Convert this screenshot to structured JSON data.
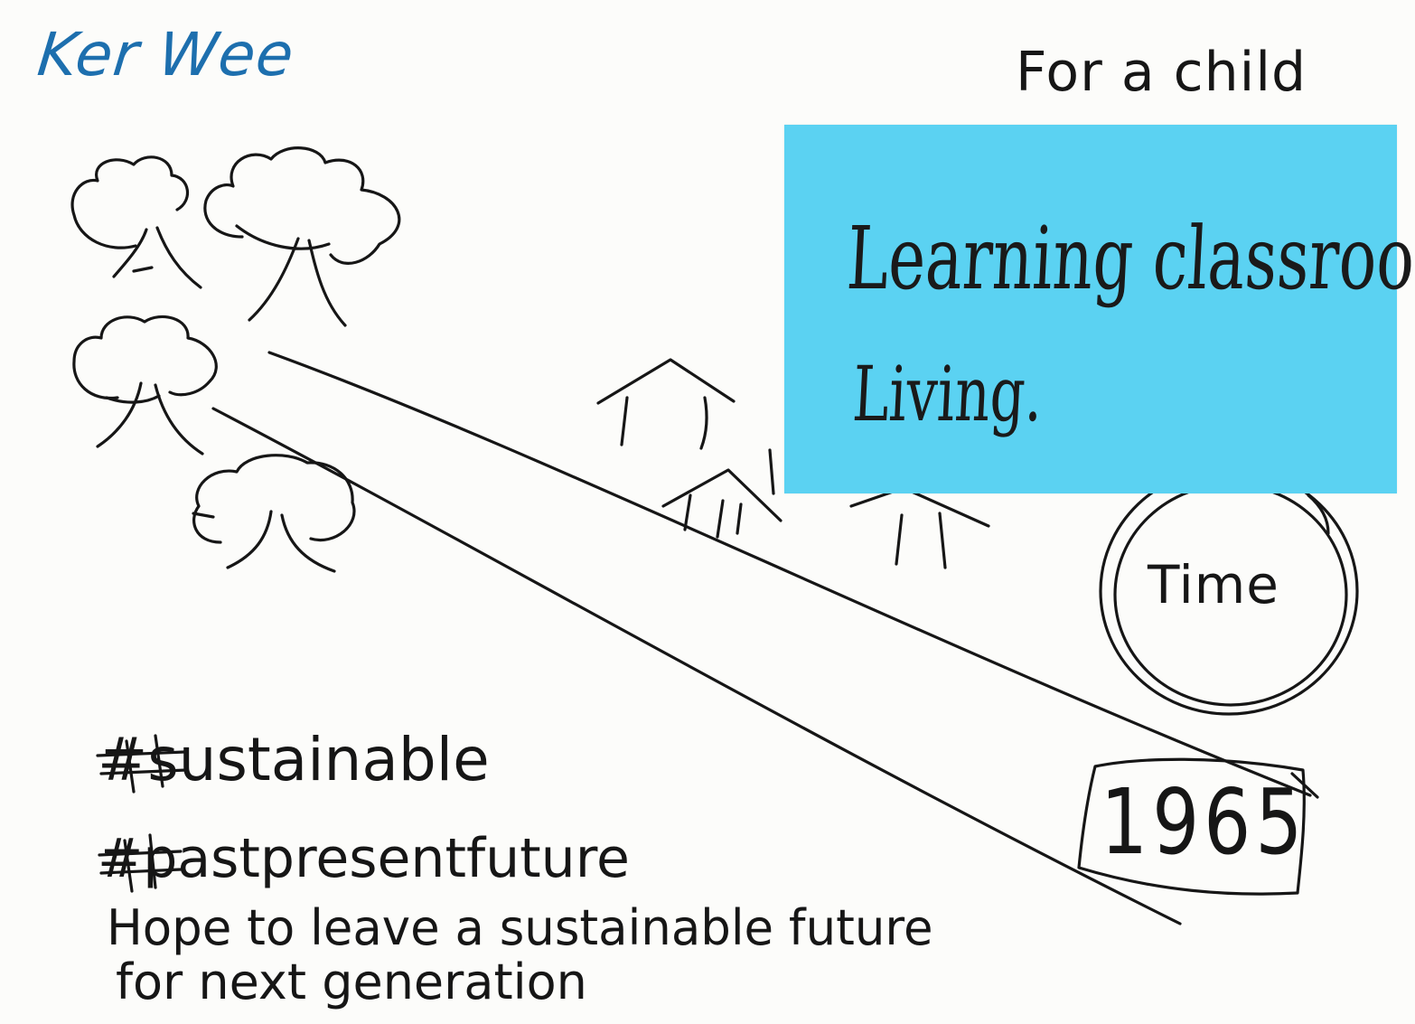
{
  "author": "Ker Wee",
  "header_note": "For a child",
  "sticky_note": {
    "line1": "Learning classroom.",
    "line2": "Living.",
    "color": "#5bd2f2"
  },
  "circle_label": "Time",
  "year_box": "1965",
  "hashtags": [
    "#sustainable",
    "#pastpresentfuture"
  ],
  "message": {
    "line1": "Hope to leave a sustainable future",
    "line2": "for next generation"
  },
  "colors": {
    "author_ink": "#1d6fae",
    "ink": "#161616",
    "paper": "#fcfcfa"
  },
  "icons": [
    "tree-icon",
    "house-icon",
    "clock-circle-icon"
  ]
}
